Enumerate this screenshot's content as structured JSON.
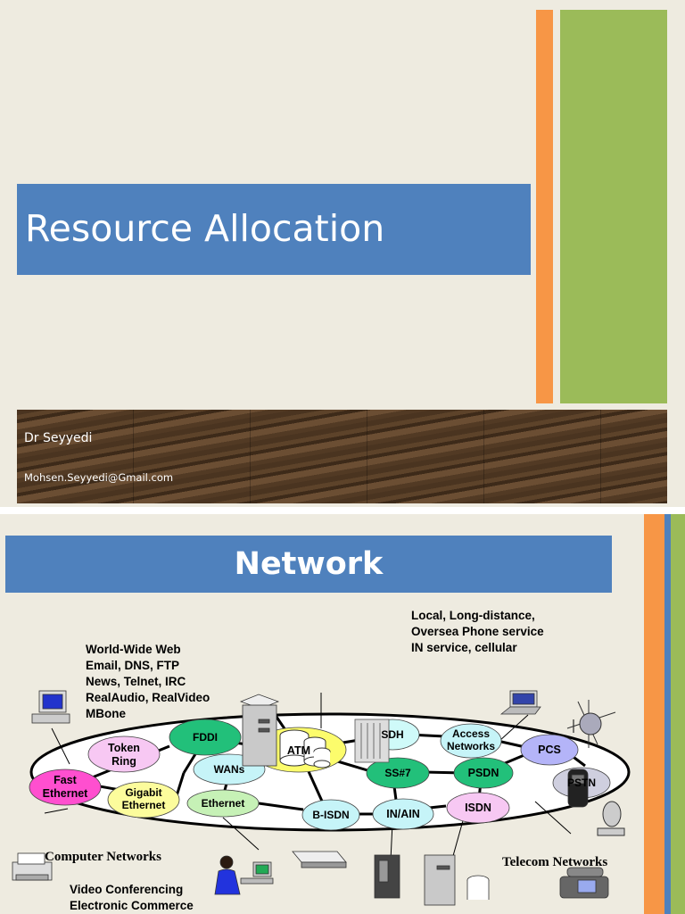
{
  "slide1": {
    "title": "Resource Allocation",
    "author": "Dr Seyyedi",
    "email": "Mohsen.Seyyedi@Gmail.com",
    "colors": {
      "orange": "#f79646",
      "green": "#9bbb59",
      "blue": "#4f81bd",
      "background": "#eeebe0"
    }
  },
  "slide2": {
    "title": "Network",
    "services_left": [
      "World-Wide Web",
      "Email, DNS, FTP",
      "News, Telnet, IRC",
      "RealAudio, RealVideo",
      "MBone"
    ],
    "services_right": [
      "Local, Long-distance,",
      "Oversea Phone service",
      "IN service, cellular"
    ],
    "computer_networks_label": "Computer Networks",
    "telecom_networks_label": "Telecom Networks",
    "bottom_services": [
      "Video Conferencing",
      "Electronic Commerce"
    ],
    "nodes": {
      "fddi": "FDDI",
      "token_ring": [
        "Token",
        "Ring"
      ],
      "fast_ethernet": [
        "Fast",
        "Ethernet"
      ],
      "gigabit_ethernet": [
        "Gigabit",
        "Ethernet"
      ],
      "wans": "WANs",
      "ethernet": "Ethernet",
      "atm": "ATM",
      "sdh": "SDH",
      "access_networks": [
        "Access",
        "Networks"
      ],
      "ss7": "SS#7",
      "psdn": "PSDN",
      "pcs": "PCS",
      "pstn": "PSTN",
      "isdn": "ISDN",
      "in_ain": "IN/AIN",
      "b_isdn": "B-ISDN"
    }
  }
}
